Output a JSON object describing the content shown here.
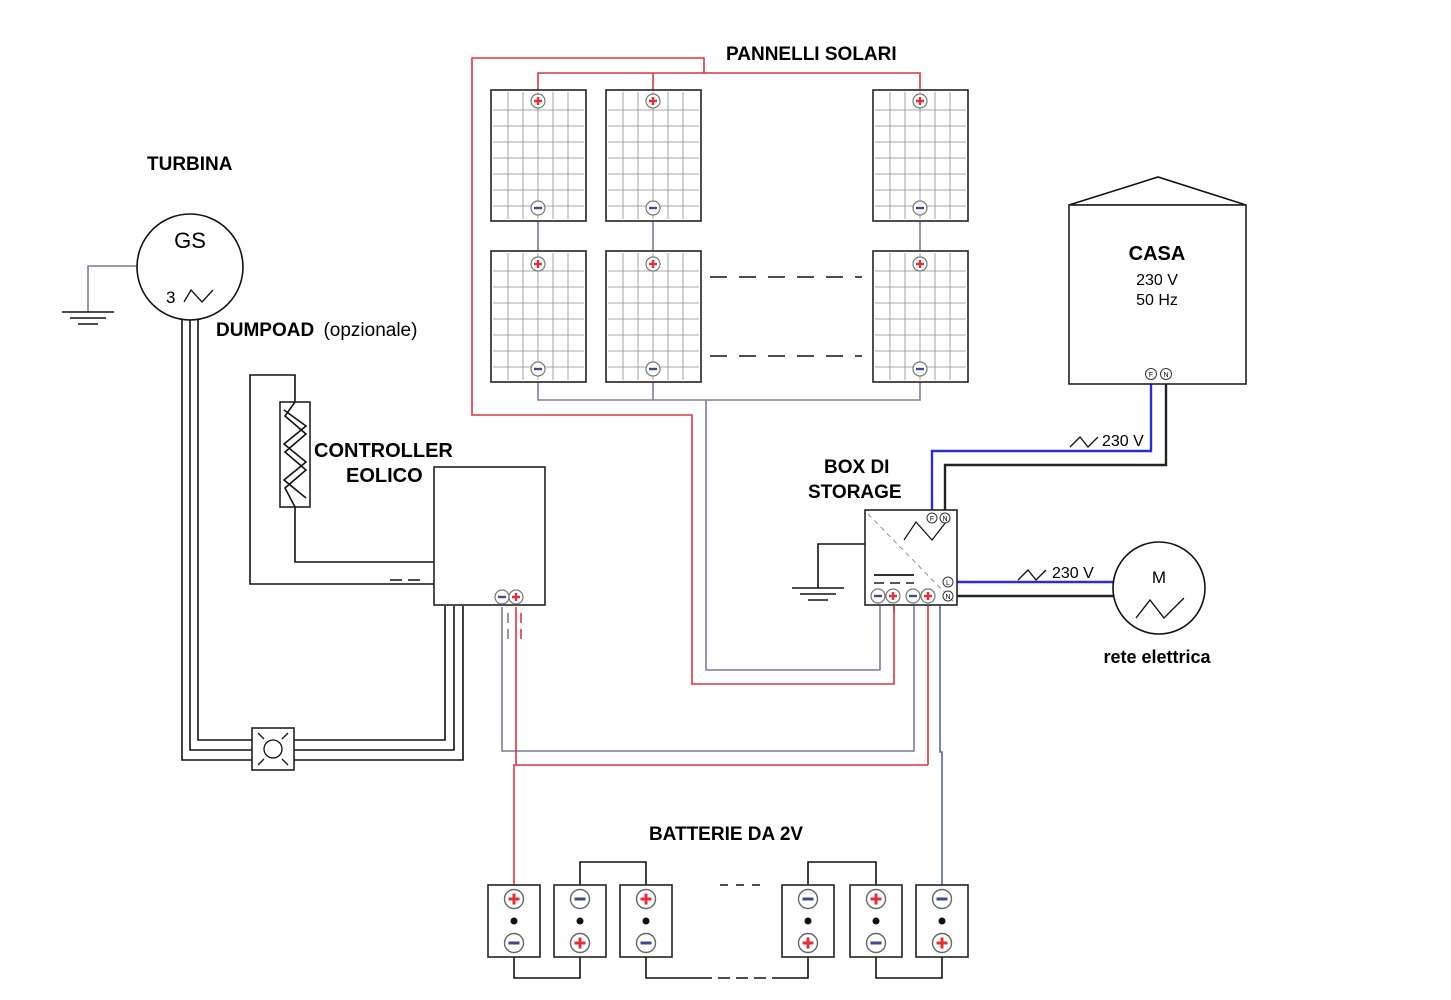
{
  "labels": {
    "solar_panels": "PANNELLI SOLARI",
    "turbine": "TURBINA",
    "generator": "GS",
    "generator_phase": "3",
    "dumpload": "DUMPOAD",
    "dumpload_optional": "(opzionale)",
    "controller_line1": "CONTROLLER",
    "controller_line2": "EOLICO",
    "house": "CASA",
    "house_voltage": "230 V",
    "house_frequency": "50 Hz",
    "storage_line1": "BOX DI",
    "storage_line2": "STORAGE",
    "house_link_voltage": "230 V",
    "grid_link_voltage": "230 V",
    "motor": "M",
    "grid": "rete elettrica",
    "batteries": "BATTERIE DA 2V"
  },
  "terminals": {
    "phase": "F",
    "neutral": "N",
    "line": "L"
  },
  "colors": {
    "positive_wire": "#d9363e",
    "negative_wire": "#5a64a8",
    "phase_wire": "#2b2fc7",
    "neutral_wire": "#222222",
    "positive_terminal": "#e0303a",
    "negative_terminal": "#3f4a8a"
  }
}
